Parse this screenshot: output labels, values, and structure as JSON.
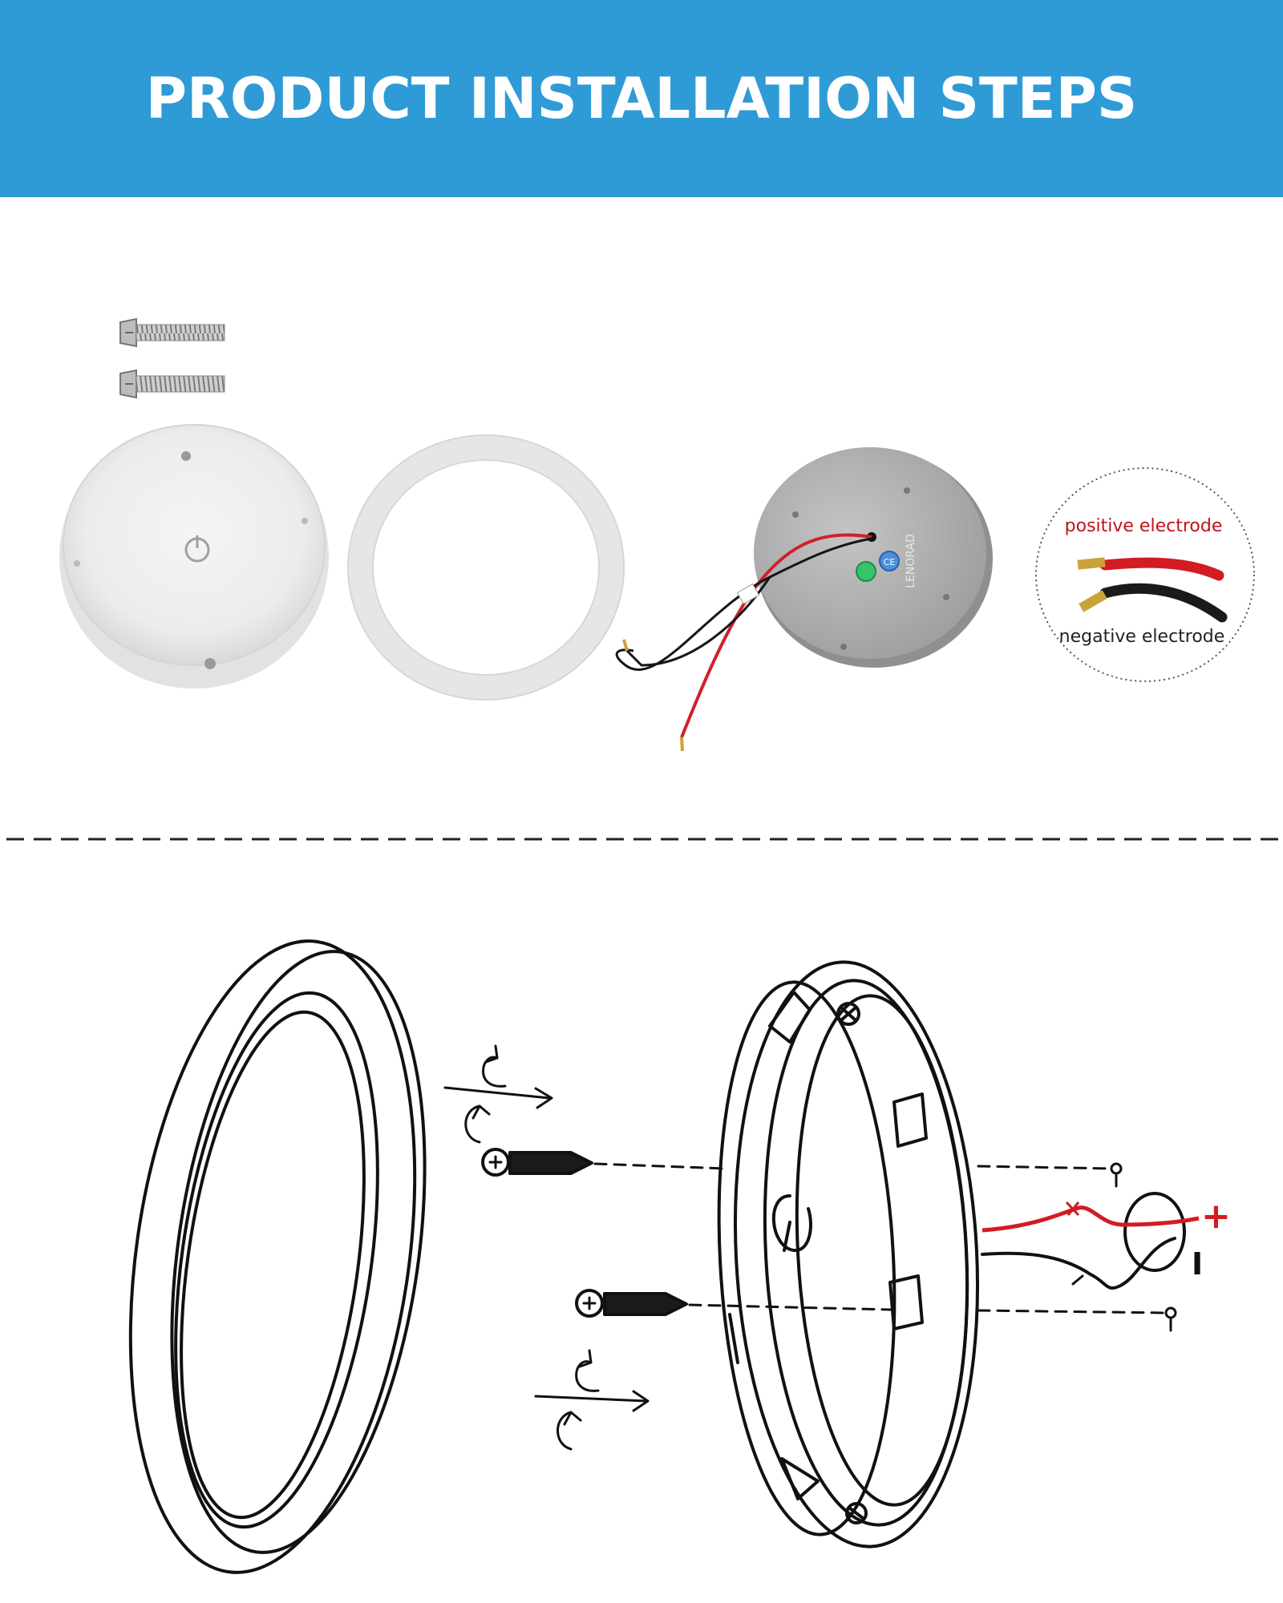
{
  "banner": {
    "title": "PRODUCT INSTALLATION STEPS",
    "background": "#2e9bd6"
  },
  "callout": {
    "positive_label": "positive electrode",
    "negative_label": "negative electrode",
    "positive_color": "#c0131a",
    "negative_color": "#222222"
  },
  "back_plate": {
    "brand_text": "LENORAD",
    "cert_text": "CE"
  },
  "diagram": {
    "plus_symbol": "+",
    "minus_symbol": "I"
  }
}
